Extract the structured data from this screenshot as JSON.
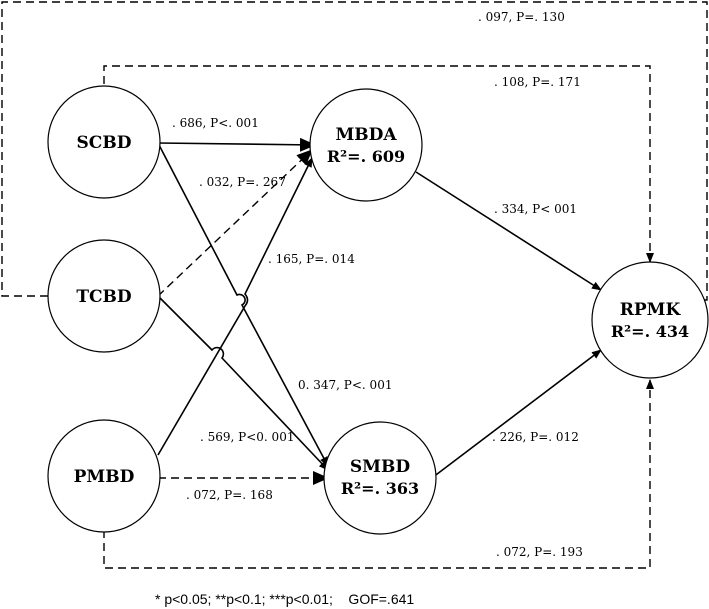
{
  "nodes": {
    "scbd": {
      "label": "SCBD"
    },
    "tcbd": {
      "label": "TCBD"
    },
    "pmbd": {
      "label": "PMBD"
    },
    "mbda": {
      "label": "MBDA",
      "r2": "R²=. 609"
    },
    "smbd": {
      "label": "SMBD",
      "r2": "R²=. 363"
    },
    "rpmk": {
      "label": "RPMK",
      "r2": "R²=. 434"
    }
  },
  "edges": {
    "tcbd_rpmk": ". 097, P=. 130",
    "scbd_rpmk": ". 108, P=. 171",
    "scbd_mbda": ". 686, P<. 001",
    "tcbd_mbda": ". 032, P=. 267",
    "pmbd_mbda": ". 165, P=. 014",
    "mbda_rpmk": ". 334, P< 001",
    "scbd_smbd": "0. 347, P<. 001",
    "tcbd_smbd": ". 569, P<0. 001",
    "pmbd_smbd": ". 072, P=. 168",
    "smbd_rpmk": ". 226, P=. 012",
    "pmbd_rpmk": ". 072, P=. 193"
  },
  "footnote": "* p<0.05; **p<0.1; ***p<0.01;    GOF=.641"
}
